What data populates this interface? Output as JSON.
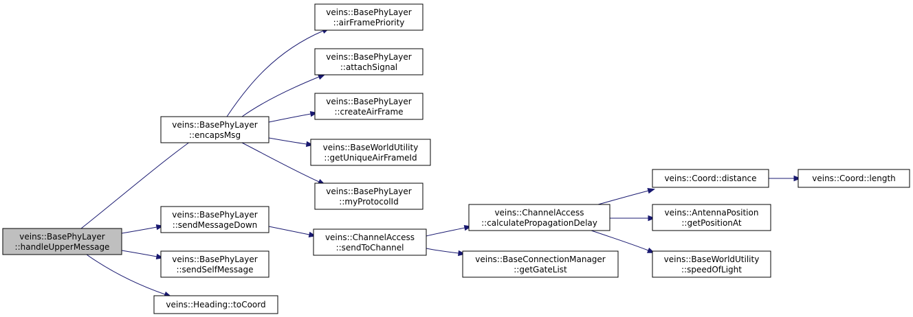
{
  "graph": {
    "nodes": [
      {
        "id": "n0",
        "line1": "veins::BasePhyLayer",
        "line2": "::handleUpperMessage",
        "root": true
      },
      {
        "id": "n1",
        "line1": "veins::BasePhyLayer",
        "line2": "::encapsMsg"
      },
      {
        "id": "n2",
        "line1": "veins::BasePhyLayer",
        "line2": "::sendMessageDown"
      },
      {
        "id": "n3",
        "line1": "veins::BasePhyLayer",
        "line2": "::sendSelfMessage"
      },
      {
        "id": "n4",
        "line1": "veins::Heading::toCoord",
        "line2": ""
      },
      {
        "id": "n5",
        "line1": "veins::BasePhyLayer",
        "line2": "::airFramePriority"
      },
      {
        "id": "n6",
        "line1": "veins::BasePhyLayer",
        "line2": "::attachSignal"
      },
      {
        "id": "n7",
        "line1": "veins::BasePhyLayer",
        "line2": "::createAirFrame"
      },
      {
        "id": "n8",
        "line1": "veins::BaseWorldUtility",
        "line2": "::getUniqueAirFrameId"
      },
      {
        "id": "n9",
        "line1": "veins::BasePhyLayer",
        "line2": "::myProtocolId"
      },
      {
        "id": "n10",
        "line1": "veins::ChannelAccess",
        "line2": "::sendToChannel"
      },
      {
        "id": "n11",
        "line1": "veins::ChannelAccess",
        "line2": "::calculatePropagationDelay"
      },
      {
        "id": "n12",
        "line1": "veins::BaseConnectionManager",
        "line2": "::getGateList"
      },
      {
        "id": "n13",
        "line1": "veins::Coord::distance",
        "line2": ""
      },
      {
        "id": "n14",
        "line1": "veins::AntennaPosition",
        "line2": "::getPositionAt"
      },
      {
        "id": "n15",
        "line1": "veins::BaseWorldUtility",
        "line2": "::speedOfLight"
      },
      {
        "id": "n16",
        "line1": "veins::Coord::length",
        "line2": ""
      }
    ],
    "edges": [
      {
        "from": "n0",
        "to": "n1"
      },
      {
        "from": "n0",
        "to": "n2"
      },
      {
        "from": "n0",
        "to": "n3"
      },
      {
        "from": "n0",
        "to": "n4"
      },
      {
        "from": "n1",
        "to": "n5"
      },
      {
        "from": "n1",
        "to": "n6"
      },
      {
        "from": "n1",
        "to": "n7"
      },
      {
        "from": "n1",
        "to": "n8"
      },
      {
        "from": "n1",
        "to": "n9"
      },
      {
        "from": "n2",
        "to": "n10"
      },
      {
        "from": "n10",
        "to": "n11"
      },
      {
        "from": "n10",
        "to": "n12"
      },
      {
        "from": "n11",
        "to": "n13"
      },
      {
        "from": "n11",
        "to": "n14"
      },
      {
        "from": "n11",
        "to": "n15"
      },
      {
        "from": "n13",
        "to": "n16"
      }
    ],
    "colors": {
      "edge": "#191970",
      "root_fill": "#bfbfbf",
      "node_fill": "#ffffff",
      "node_stroke": "#000000"
    }
  }
}
